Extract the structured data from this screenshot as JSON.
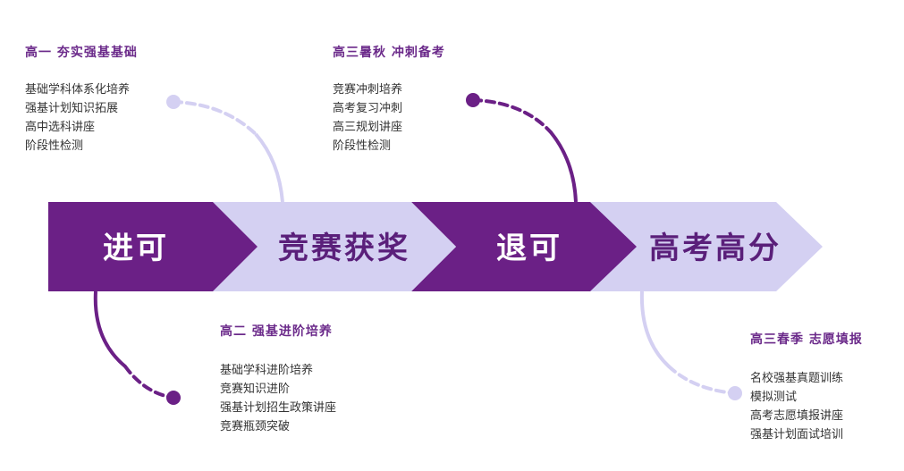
{
  "arrow": {
    "segments": [
      {
        "label": "进可",
        "style": "dark"
      },
      {
        "label": "竞赛获奖",
        "style": "light"
      },
      {
        "label": "退可",
        "style": "dark"
      },
      {
        "label": "高考高分",
        "style": "light"
      }
    ]
  },
  "colors": {
    "dark": "#6b2086",
    "light": "#d4d0f2",
    "text_on_light": "#5a1f7a",
    "heading": "#6b2a8a"
  },
  "blocks": [
    {
      "id": "blk-1",
      "title": "高一  夯实强基基础",
      "items": [
        "基础学科体系化培养",
        "强基计划知识拓展",
        "高中选科讲座",
        "阶段性检测"
      ]
    },
    {
      "id": "blk-2",
      "title": "高三暑秋  冲刺备考",
      "items": [
        "竞赛冲刺培养",
        "高考复习冲刺",
        "高三规划讲座",
        "阶段性检测"
      ]
    },
    {
      "id": "blk-3",
      "title": "高二  强基进阶培养",
      "items": [
        "基础学科进阶培养",
        "竞赛知识进阶",
        "强基计划招生政策讲座",
        "竞赛瓶颈突破"
      ]
    },
    {
      "id": "blk-4",
      "title": "高三春季  志愿填报",
      "items": [
        "名校强基真题训练",
        "模拟测试",
        "高考志愿填报讲座",
        "强基计划面试培训"
      ]
    }
  ]
}
